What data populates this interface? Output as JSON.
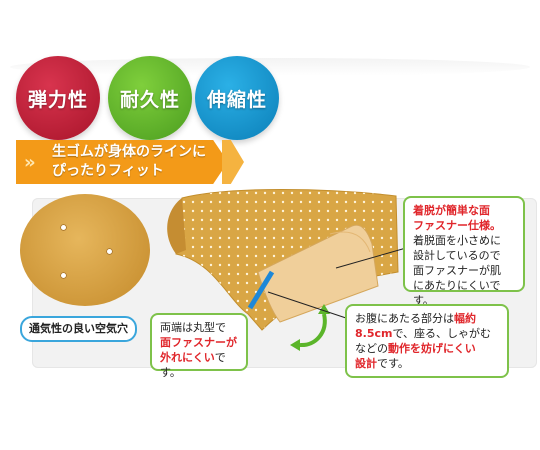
{
  "features": [
    "弾力性",
    "耐久性",
    "伸縮性"
  ],
  "banner": {
    "chevrons": "»",
    "line1": "生ゴムが身体のラインに",
    "line2": "ぴったりフィット"
  },
  "disc_label": "通気性の良い空気穴",
  "callout_fastener": {
    "title1": "着脱が簡単な面",
    "title2": "ファスナー仕様。",
    "body1": "着脱面を小さめに",
    "body2": "設計しているので",
    "body3": "面ファスナーが肌",
    "body4": "にあたりにくいです。"
  },
  "callout_ends": {
    "line1": "両端は丸型で",
    "red1": "面ファスナーが",
    "red2": "外れにくい",
    "tail2": "です。"
  },
  "callout_width": {
    "l1a": "お腹にあたる部分は",
    "l1b": "幅約",
    "l2a": "8.5cm",
    "l2b": "で、座る、しゃがむ",
    "l3a": "などの",
    "l3b": "動作を妨げにくい",
    "l4a": "設計",
    "l4b": "です。"
  },
  "colors": {
    "elasticity": "#c0233a",
    "durability": "#5fb52b",
    "stretch": "#1796d0",
    "banner": "#f39a18",
    "belt": "#d9a645",
    "accent_red": "#e0262b"
  }
}
